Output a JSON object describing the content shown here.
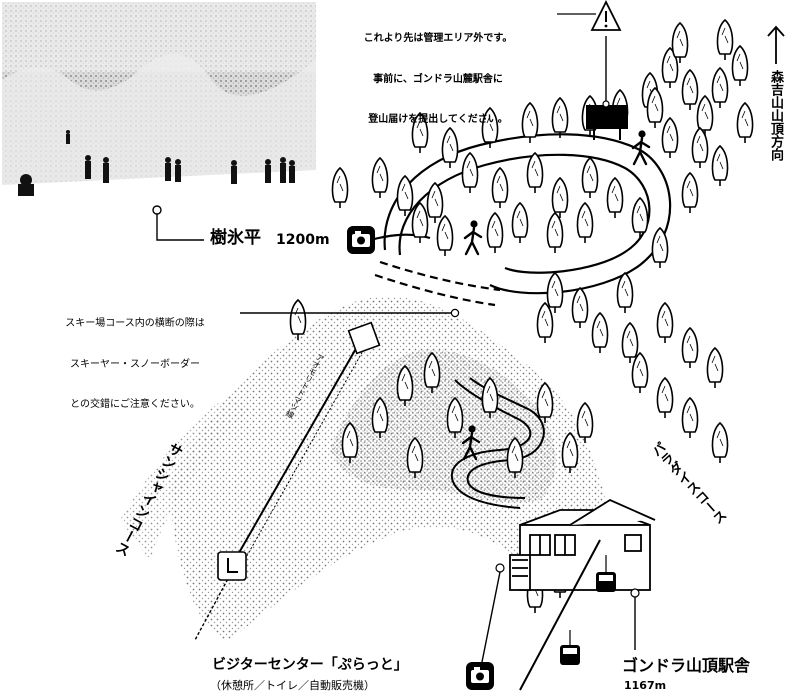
{
  "warning_notice": {
    "lines": [
      "これより先は管理エリア外です。",
      "事前に、ゴンドラ山麓駅舎に",
      "登山届けを提出してください。"
    ],
    "icon": "warning-triangle-icon"
  },
  "direction": {
    "label": "森吉山山頂方向",
    "icon": "up-arrow-icon"
  },
  "juhyodaira": {
    "name": "樹氷平",
    "elevation": "1200m",
    "icon": "camera-icon"
  },
  "ski_notice": {
    "lines": [
      "スキー場コース内の横断の際は",
      "スキーヤー・スノーボーダー",
      "との交錯にご注意ください。"
    ]
  },
  "courses": {
    "left": "サンシャインコース",
    "right": "パラダイスコース",
    "lift": "アオモリトドマツ線"
  },
  "visitor_center": {
    "title": "ビジターセンター「ぷらっと」",
    "subtitle": "（休憩所／トイレ／自動販売機）",
    "icon": "camera-icon"
  },
  "gondola_station": {
    "name": "ゴンドラ山頂駅舎",
    "elevation": "1167m",
    "icon": "gondola-icon"
  },
  "colors": {
    "ink": "#000000",
    "paper": "#ffffff",
    "dots": "#6e6e6e"
  }
}
